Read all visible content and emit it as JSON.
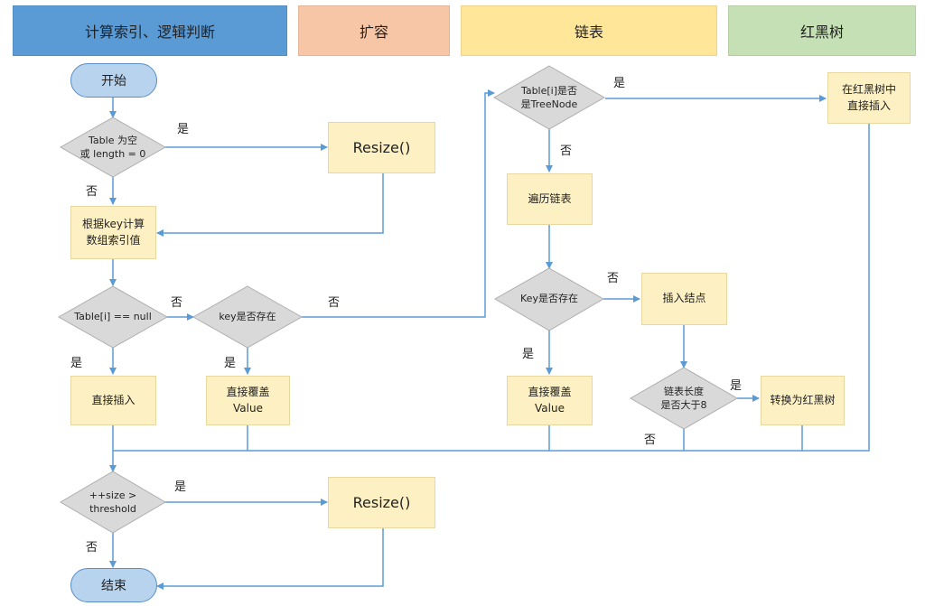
{
  "lanes": {
    "compute": "计算索引、逻辑判断",
    "resize": "扩容",
    "linked_list": "链表",
    "red_black_tree": "红黑树"
  },
  "colors": {
    "lane_compute": "#5b9bd5",
    "lane_resize": "#f7c6a6",
    "lane_linked_list": "#ffe699",
    "lane_red_black_tree": "#c5e0b4",
    "process_fill": "#fdf0c2",
    "decision_fill": "#d9d9d9",
    "terminal_fill": "#b7d3ee",
    "connector": "#5b9bd5"
  },
  "nodes": {
    "start": "开始",
    "end": "结束",
    "table_empty": "Table 为空\n或 length = 0",
    "resize_top": "Resize()",
    "compute_index": "根据key计算\n数组索引值",
    "table_i_null": "Table[i] == null",
    "key_exists_main": "key是否存在",
    "insert_direct": "直接插入",
    "overwrite_main": "直接覆盖\nValue",
    "size_threshold": "++size >\nthreshold",
    "resize_bottom": "Resize()",
    "is_treenode": "Table[i]是否\n是TreeNode",
    "traverse_list": "遍历链表",
    "key_exists_list": "Key是否存在",
    "overwrite_list": "直接覆盖\nValue",
    "insert_node": "插入结点",
    "list_length_check": "链表长度\n是否大于8",
    "convert_rbtree": "转换为红黑树",
    "rbtree_insert": "在红黑树中\n直接插入"
  },
  "edge_labels": {
    "yes": "是",
    "no": "否"
  }
}
